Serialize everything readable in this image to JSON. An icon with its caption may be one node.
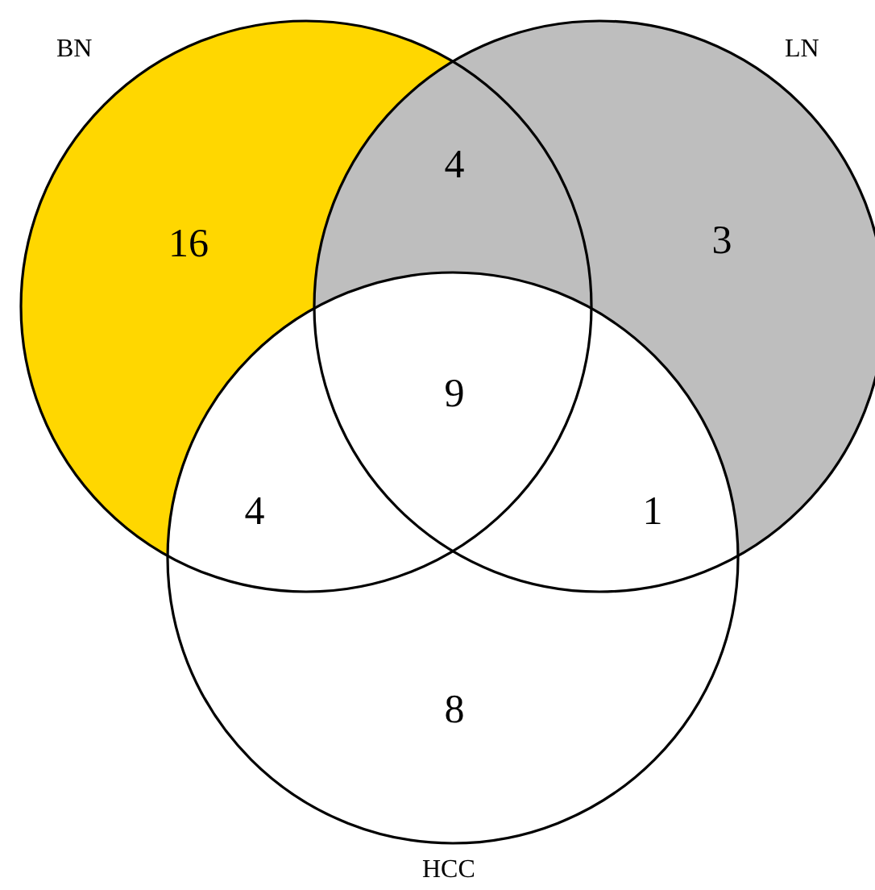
{
  "diagram": {
    "nodes": [
      {
        "text": [
          "BN"
        ]
      },
      {
        "text": [
          "LN"
        ]
      },
      {
        "text": [
          "HCC"
        ]
      }
    ],
    "labels": [
      "16",
      "4",
      "3",
      "9",
      "4",
      "1",
      "8"
    ]
  }
}
